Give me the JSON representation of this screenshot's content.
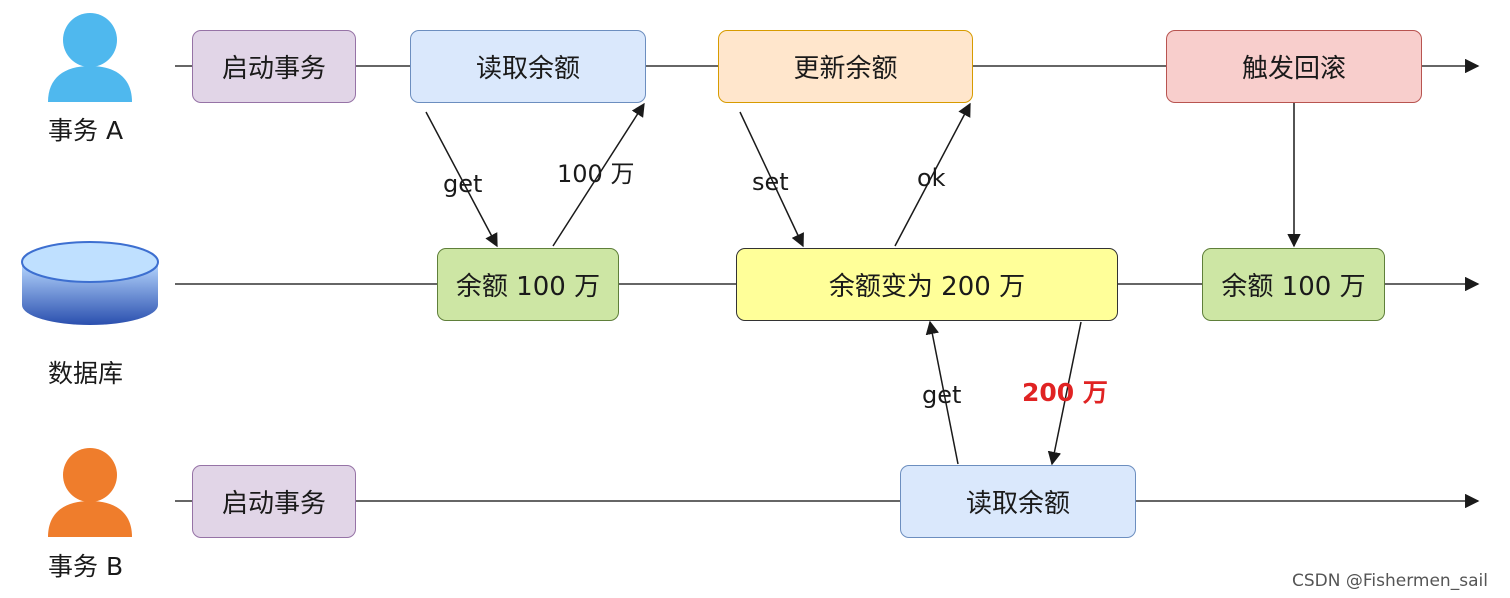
{
  "actors": {
    "tx_a": "事务 A",
    "db": "数据库",
    "tx_b": "事务 B"
  },
  "tx_a_steps": {
    "start": "启动事务",
    "read": "读取余额",
    "update": "更新余额",
    "rollback": "触发回滚"
  },
  "db_states": {
    "initial": "余额 100 万",
    "changed": "余额变为 200 万",
    "restored": "余额 100 万"
  },
  "tx_b_steps": {
    "start": "启动事务",
    "read": "读取余额"
  },
  "edge_labels": {
    "a_get": "get",
    "a_result": "100 万",
    "a_set": "set",
    "a_ok": "ok",
    "b_get": "get",
    "b_result": "200 万"
  },
  "watermark": "CSDN @Fishermen_sail",
  "colors": {
    "purple": "#e1d5e7",
    "purple_border": "#9673a6",
    "blue": "#dae8fc",
    "blue_border": "#6c8ebf",
    "orange": "#ffe6cc",
    "orange_border": "#d79b00",
    "red": "#f8cecc",
    "red_border": "#b85450",
    "green": "#d5e8d4",
    "green_box": "#cde6a4",
    "green_border": "#5f7f3a",
    "yellow": "#ffff99",
    "yellow_border": "#333333",
    "user_a": "#4fb8ee",
    "user_b": "#ef7d2c",
    "highlight_text": "#e02323"
  },
  "icons": {
    "tx_a": "user-icon",
    "db": "database-icon",
    "tx_b": "user-icon"
  }
}
